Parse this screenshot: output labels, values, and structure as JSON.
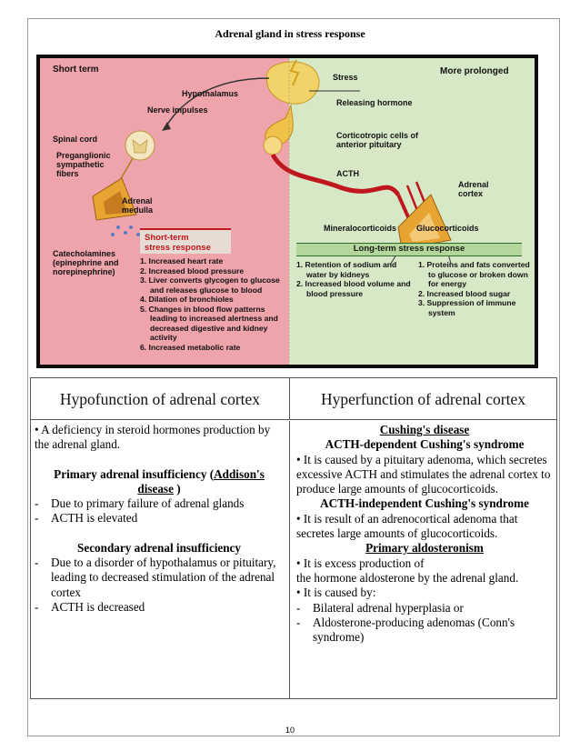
{
  "document": {
    "title": "Adrenal gland in stress response",
    "page_number": "10"
  },
  "figure": {
    "left_header": "Short term",
    "right_header": "More prolonged",
    "labels": {
      "stress": "Stress",
      "hypothalamus": "Hypothalamus",
      "nerve_impulses": "Nerve impulses",
      "releasing_hormone": "Releasing hormone",
      "spinal_cord": "Spinal cord",
      "preganglionic": "Preganglionic",
      "sympathetic": "sympathetic",
      "fibers": "fibers",
      "corticotropic_1": "Corticotropic cells of",
      "corticotropic_2": "anterior pituitary",
      "acth": "ACTH",
      "adrenal_medulla_1": "Adrenal",
      "adrenal_medulla_2": "medulla",
      "adrenal_cortex_1": "Adrenal",
      "adrenal_cortex_2": "cortex",
      "catecholamines_1": "Catecholamines",
      "catecholamines_2": "(epinephrine and",
      "catecholamines_3": "norepinephrine)",
      "mineralocorticoids": "Mineralocorticoids",
      "glucocorticoids": "Glucocorticoids"
    },
    "short_term_banner_1": "Short-term",
    "short_term_banner_2": "stress response",
    "long_term_banner": "Long-term stress response",
    "short_term_list": [
      "1. Increased heart rate",
      "2. Increased blood pressure",
      "3. Liver converts glycogen to glucose and releases glucose to blood",
      "4. Dilation of bronchioles",
      "5. Changes in blood flow patterns leading to increased alertness and decreased digestive and kidney activity",
      "6. Increased metabolic rate"
    ],
    "long_term_list_left": [
      "1. Retention of sodium and water by kidneys",
      "2. Increased blood volume and blood pressure"
    ],
    "long_term_list_right": [
      "1. Proteins and fats converted to glucose or broken down for energy",
      "2. Increased blood sugar",
      "3. Suppression of immune system"
    ],
    "colors": {
      "short_term_bg": "#efa3aa",
      "long_term_bg": "#d7e8c6",
      "arrow_red": "#c0161e",
      "gland": "#e8a433"
    }
  },
  "table": {
    "headers": [
      "Hypofunction of adrenal cortex",
      "Hyperfunction of adrenal cortex"
    ],
    "left": {
      "intro": "• A deficiency in steroid hormones production by the adrenal gland.",
      "primary_heading": "Primary adrenal insufficiency (",
      "primary_heading_link": "Addison's disease",
      "primary_heading_end": " )",
      "primary_points": [
        "Due to primary failure of adrenal glands",
        "ACTH is elevated"
      ],
      "secondary_heading": "Secondary adrenal insufficiency",
      "secondary_points": [
        "Due to a disorder of hypothalamus or pituitary, leading to decreased stimulation of the adrenal cortex",
        "ACTH is decreased"
      ]
    },
    "right": {
      "cushing_heading": "Cushing's disease",
      "acth_dependent_heading": "ACTH-dependent Cushing's syndrome",
      "acth_dependent_text": "• It is caused by a pituitary adenoma, which secretes excessive ACTH and stimulates the adrenal cortex to produce large amounts of glucocorticoids.",
      "acth_independent_heading": "ACTH-independent Cushing's syndrome",
      "acth_independent_text": "• It is result of an adrenocortical adenoma that secretes large amounts of glucocorticoids.",
      "aldosteronism_heading": "Primary aldosteronism",
      "aldosteronism_text_1": "• It is excess production of",
      "aldosteronism_text_2": "the hormone aldosterone by the adrenal gland.",
      "aldosteronism_text_3": "• It is caused by:",
      "aldosteronism_points": [
        "Bilateral adrenal hyperplasia or",
        "Aldosterone-producing adenomas (Conn's syndrome)"
      ]
    }
  }
}
